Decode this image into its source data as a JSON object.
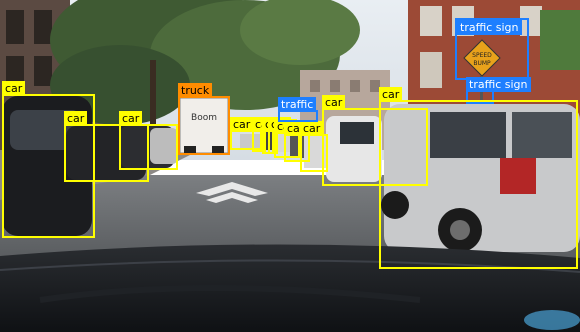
{
  "colors": {
    "car": "#ffff00",
    "truck": "#ff8c00",
    "traffic_sign": "#1e7fff",
    "traffic_light": "#1e7fff"
  },
  "detections": [
    {
      "label": "car",
      "cls": "car"
    },
    {
      "label": "car",
      "cls": "car"
    },
    {
      "label": "car",
      "cls": "car"
    },
    {
      "label": "truck",
      "cls": "truck"
    },
    {
      "label": "car",
      "cls": "car"
    },
    {
      "label": "car",
      "cls": "car"
    },
    {
      "label": "car",
      "cls": "car"
    },
    {
      "label": "car",
      "cls": "car"
    },
    {
      "label": "car",
      "cls": "car"
    },
    {
      "label": "car",
      "cls": "car"
    },
    {
      "label": "car",
      "cls": "car"
    },
    {
      "label": "traffic",
      "cls": "traffic_light"
    },
    {
      "label": "traffic sign",
      "cls": "traffic_sign"
    },
    {
      "label": "traffic sign",
      "cls": "traffic_sign"
    },
    {
      "label": "car",
      "cls": "car"
    },
    {
      "label": "car",
      "cls": "car"
    }
  ],
  "scene_text": {
    "truck_graffiti": "Boom",
    "sign_line1": "SPEED",
    "sign_line2": "BUMP"
  }
}
